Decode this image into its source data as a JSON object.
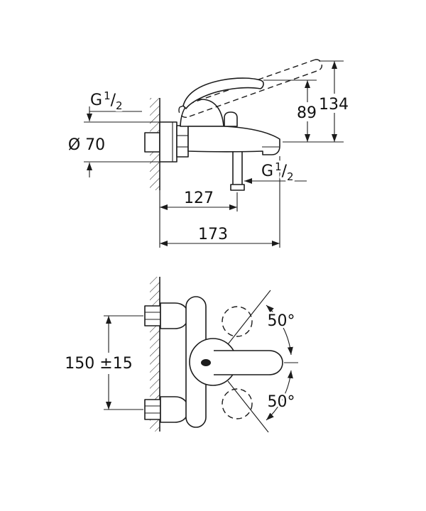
{
  "colors": {
    "line": "#1c1c1c",
    "background": "#ffffff"
  },
  "side_view": {
    "thread_inlet": {
      "base": "G",
      "sup": "1",
      "slash": "/",
      "sub": "2"
    },
    "flange_diameter": "Ø 70",
    "height_to_lever": "89",
    "height_to_lever_raised": "134",
    "thread_shower_outlet": {
      "base": "G",
      "sup": "1",
      "slash": "/",
      "sub": "2"
    },
    "depth_to_shower_outlet": "127",
    "depth_total": "173"
  },
  "plan_view": {
    "mounting_distance": "150 ±15",
    "swivel_angle_up": "50°",
    "swivel_angle_down": "50°"
  }
}
